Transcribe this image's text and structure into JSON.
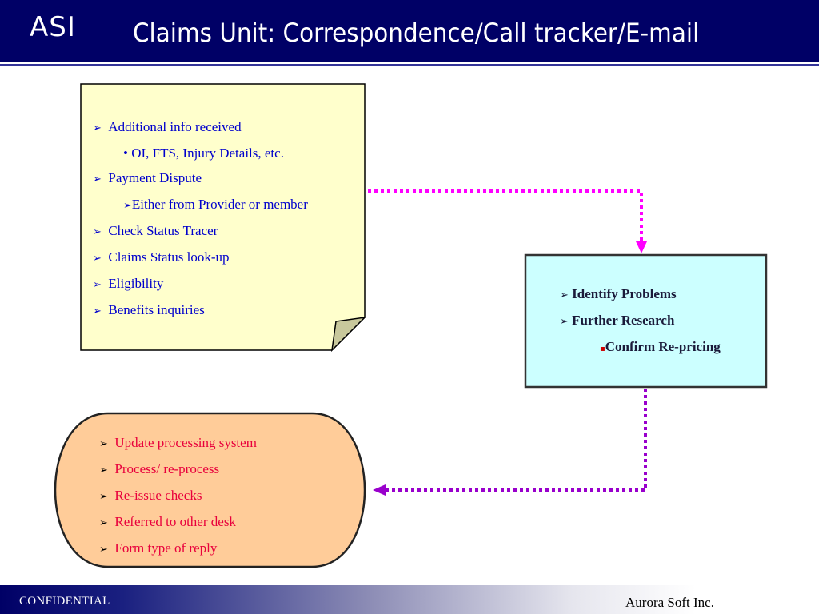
{
  "header": {
    "logo": "ASI",
    "title": "Claims Unit: Correspondence/Call tracker/E-mail"
  },
  "note_box": {
    "items": [
      {
        "bullet": "➢",
        "text": "Additional info received",
        "level": 0
      },
      {
        "bullet": "•",
        "text": "OI, FTS, Injury Details, etc.",
        "level": 1
      },
      {
        "bullet": "➢",
        "text": "Payment Dispute",
        "level": 0
      },
      {
        "bullet": "➢",
        "text": "Either from Provider or member",
        "level": 1
      },
      {
        "bullet": "➢",
        "text": "Check Status Tracer",
        "level": 0
      },
      {
        "bullet": "➢",
        "text": "Claims Status look-up",
        "level": 0
      },
      {
        "bullet": "➢",
        "text": "Eligibility",
        "level": 0
      },
      {
        "bullet": "➢",
        "text": "Benefits inquiries",
        "level": 0
      }
    ]
  },
  "process_box": {
    "items": [
      {
        "bullet": "➢",
        "text": "Identify Problems",
        "level": 0
      },
      {
        "bullet": "➢",
        "text": "Further Research",
        "level": 0
      },
      {
        "bullet": "▪",
        "text": "Confirm Re-pricing",
        "level": 1
      }
    ]
  },
  "terminal_box": {
    "items": [
      {
        "bullet": "➢",
        "text": "Update processing system",
        "level": 0
      },
      {
        "bullet": "➢",
        "text": "Process/ re-process",
        "level": 0
      },
      {
        "bullet": "➢",
        "text": "Re-issue checks",
        "level": 0
      },
      {
        "bullet": "➢",
        "text": "Referred to other desk",
        "level": 0
      },
      {
        "bullet": "➢",
        "text": "Form type of reply",
        "level": 0
      }
    ]
  },
  "footer": {
    "left": "CONFIDENTIAL",
    "right": "Aurora Soft Inc."
  },
  "colors": {
    "header_bg": "#000066",
    "note_fill": "#FFFFCC",
    "process_fill": "#CCFFFF",
    "terminal_fill": "#FFCC99",
    "connector_1": "#FF00FF",
    "connector_2": "#9900CC"
  }
}
